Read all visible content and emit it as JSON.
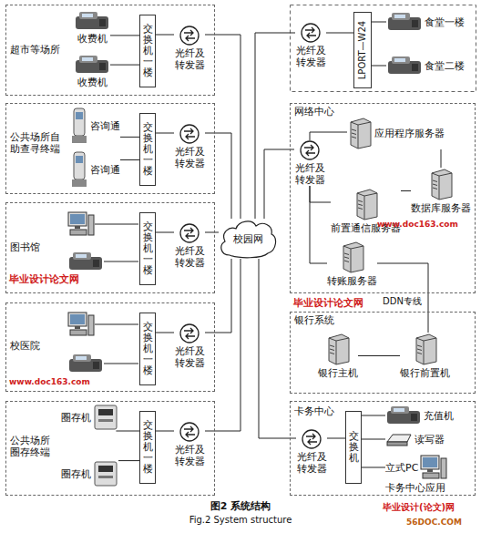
{
  "diagram": {
    "caption": "图2 系统结构",
    "nodes": [
      {
        "text": [
          "超市等场所"
        ]
      },
      {
        "text": [
          "收费机"
        ],
        "in": 0
      },
      {
        "text": [
          "收费机"
        ],
        "in": 0
      },
      {
        "text": [
          "交换机一楼"
        ],
        "in": 0
      },
      {
        "text": [
          "光纤及转发器"
        ],
        "in": 0
      },
      {
        "text": [
          "公共场所自助查寻终端"
        ]
      },
      {
        "text": [
          "咨询通"
        ],
        "in": 5
      },
      {
        "text": [
          "咨询通"
        ],
        "in": 5
      },
      {
        "text": [
          "交换机一楼"
        ],
        "in": 5
      },
      {
        "text": [
          "光纤及转发器"
        ],
        "in": 5
      },
      {
        "text": [
          "图书馆"
        ]
      },
      {
        "text": [
          "交换机一楼"
        ],
        "in": 10
      },
      {
        "text": [
          "光纤及转发器"
        ],
        "in": 10
      },
      {
        "text": [
          "校医院"
        ]
      },
      {
        "text": [
          "交换机一楼"
        ],
        "in": 13
      },
      {
        "text": [
          "光纤及转发器"
        ],
        "in": 13
      },
      {
        "text": [
          "公共场所圈存终端"
        ]
      },
      {
        "text": [
          "圈存机"
        ],
        "in": 16
      },
      {
        "text": [
          "圈存机"
        ],
        "in": 16
      },
      {
        "text": [
          "交换机一楼"
        ],
        "in": 16
      },
      {
        "text": [
          "光纤及转发器"
        ],
        "in": 16
      },
      {
        "text": [
          "校园网"
        ]
      },
      {
        "text": [
          "光纤及转发器"
        ]
      },
      {
        "text": [
          "LPORT—W24"
        ]
      },
      {
        "text": [
          "食堂一楼"
        ]
      },
      {
        "text": [
          "食堂二楼"
        ]
      },
      {
        "text": [
          "网络中心"
        ]
      },
      {
        "text": [
          "光纤及转发器"
        ],
        "in": 26
      },
      {
        "text": [
          "应用程序服务器"
        ],
        "in": 26
      },
      {
        "text": [
          "数据库服务器"
        ],
        "in": 26
      },
      {
        "text": [
          "前置通信服务器"
        ],
        "in": 26
      },
      {
        "text": [
          "转账服务器"
        ],
        "in": 26
      },
      {
        "text": [
          "银行系统"
        ]
      },
      {
        "text": [
          "银行主机"
        ],
        "in": 32
      },
      {
        "text": [
          "银行前置机"
        ],
        "in": 32
      },
      {
        "text": [
          "卡务中心",
          "卡务中心应用"
        ]
      },
      {
        "text": [
          "光纤及转发器"
        ],
        "in": 35
      },
      {
        "text": [
          "交换机"
        ],
        "in": 35
      },
      {
        "text": [
          "充值机"
        ],
        "in": 35
      },
      {
        "text": [
          "读写器"
        ],
        "in": 35
      },
      {
        "text": [
          "立式PC"
        ],
        "in": 35
      }
    ],
    "edges": [
      {
        "from": 1,
        "to": 3,
        "arrow": "none"
      },
      {
        "from": 2,
        "to": 3,
        "arrow": "none"
      },
      {
        "from": 3,
        "to": 4,
        "arrow": "none"
      },
      {
        "from": 4,
        "to": 21,
        "arrow": "none"
      },
      {
        "from": 6,
        "to": 8,
        "arrow": "none"
      },
      {
        "from": 7,
        "to": 8,
        "arrow": "none"
      },
      {
        "from": 8,
        "to": 9,
        "arrow": "none"
      },
      {
        "from": 9,
        "to": 21,
        "arrow": "none"
      },
      {
        "from": 11,
        "to": 12,
        "arrow": "none"
      },
      {
        "from": 12,
        "to": 21,
        "arrow": "none"
      },
      {
        "from": 14,
        "to": 15,
        "arrow": "none"
      },
      {
        "from": 15,
        "to": 21,
        "arrow": "none"
      },
      {
        "from": 17,
        "to": 19,
        "arrow": "none"
      },
      {
        "from": 18,
        "to": 19,
        "arrow": "none"
      },
      {
        "from": 19,
        "to": 20,
        "arrow": "none"
      },
      {
        "from": 20,
        "to": 21,
        "arrow": "none"
      },
      {
        "from": 22,
        "to": 21,
        "arrow": "none"
      },
      {
        "from": 22,
        "to": 23,
        "arrow": "none"
      },
      {
        "from": 23,
        "to": 24,
        "arrow": "none"
      },
      {
        "from": 23,
        "to": 25,
        "arrow": "none"
      },
      {
        "from": 27,
        "to": 21,
        "arrow": "none"
      },
      {
        "from": 27,
        "to": 28,
        "arrow": "none"
      },
      {
        "from": 27,
        "to": 30,
        "arrow": "none"
      },
      {
        "from": 27,
        "to": 31,
        "arrow": "none"
      },
      {
        "from": 28,
        "to": 29,
        "arrow": "none"
      },
      {
        "from": 30,
        "to": 29,
        "arrow": "none"
      },
      {
        "from": 31,
        "to": 34,
        "label": "DDN专线",
        "arrow": "none"
      },
      {
        "from": 33,
        "to": 34,
        "arrow": "none"
      },
      {
        "from": 36,
        "to": 21,
        "arrow": "none"
      },
      {
        "from": 36,
        "to": 37,
        "arrow": "none"
      },
      {
        "from": 37,
        "to": 38,
        "arrow": "none"
      },
      {
        "from": 37,
        "to": 39,
        "arrow": "none"
      },
      {
        "from": 37,
        "to": 40,
        "arrow": "none"
      }
    ],
    "labels": [
      "Fig.2 System structure",
      "毕业设计论文网",
      "www.doc163.com",
      "毕业设计论文网",
      "www.doc163.com",
      "毕业设计(论文)网",
      "56DOC.COM"
    ]
  }
}
